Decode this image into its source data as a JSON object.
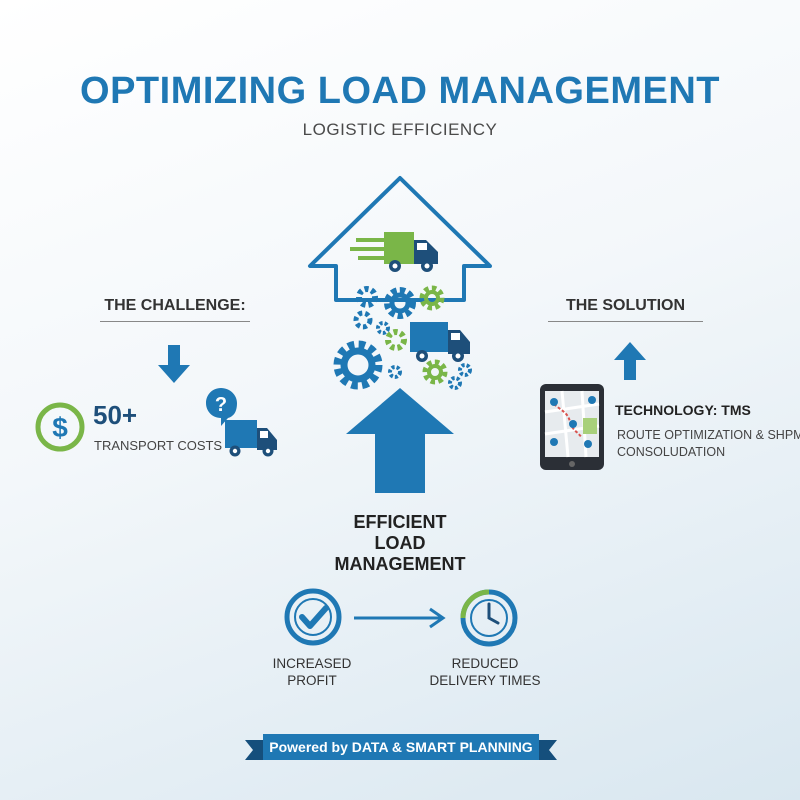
{
  "header": {
    "title": "OPTIMIZING LOAD MANAGEMENT",
    "subtitle": "LOGISTIC EFFICIENCY"
  },
  "challenge": {
    "heading": "THE CHALLENGE:",
    "value": "50+",
    "label": "TRANSPORT COSTS",
    "icons": [
      "dollar-icon",
      "question-icon",
      "truck-icon",
      "arrow-down-icon"
    ]
  },
  "solution": {
    "heading": "THE SOLUTION",
    "title": "TECHNOLOGY: TMS",
    "line1": "ROUTE OPTIMIZATION & SHPMNT",
    "line2": "CONSOLUDATION",
    "icons": [
      "tablet-map-icon",
      "arrow-up-icon"
    ]
  },
  "center": {
    "title_lines": [
      "EFFICIENT",
      "LOAD",
      "MANAGEMENT"
    ],
    "icons": [
      "triangle-arrow-icon",
      "speeding-truck-icon",
      "gears-icon",
      "truck-icon",
      "big-arrow-up-icon"
    ]
  },
  "benefits": {
    "profit_lines": [
      "INCREASED",
      "PROFIT"
    ],
    "delivery_lines": [
      "REDUCED",
      "DELIVERY TIMES"
    ],
    "icons": [
      "check-badge-icon",
      "arrow-right-icon",
      "clock-icon"
    ]
  },
  "footer": {
    "banner": "Powered by DATA & SMART PLANNING"
  },
  "colors": {
    "primary_blue": "#1f78b4",
    "dark_blue": "#1e4f7a",
    "accent_green": "#7ab648",
    "text_dark": "#222222"
  }
}
